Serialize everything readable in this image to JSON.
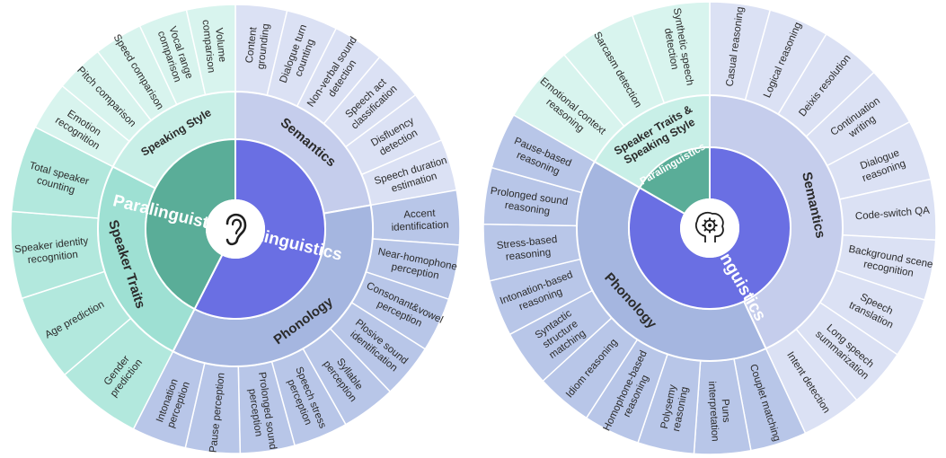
{
  "colors": {
    "linguistics": "#6a6fe3",
    "semantics": "#c5cdec",
    "semantics_outer": "#dbe1f4",
    "phonology": "#a5b6e0",
    "phonology_outer": "#b8c6e8",
    "paralinguistics": "#5aad98",
    "speaking_style": "#c8efe7",
    "speaking_style_outer": "#d8f4ee",
    "speaker_traits": "#9ee0d3",
    "speaker_traits_outer": "#b2e8dd",
    "border": "#ffffff",
    "label_dark": "#2b2b2b",
    "label_light": "#ffffff"
  },
  "wheels": [
    {
      "name": "left",
      "center_icon": "ear-icon",
      "inner": [
        {
          "label": "Linguistics",
          "color_key": "linguistics",
          "start": 0,
          "end": 207,
          "text": "light"
        },
        {
          "label": "Paralinguistics",
          "color_key": "paralinguistics",
          "start": 207,
          "end": 360,
          "text": "light"
        }
      ],
      "middle": [
        {
          "label": "Semantics",
          "color_key": "semantics",
          "start": 0,
          "end": 80
        },
        {
          "label": "Phonology",
          "color_key": "phonology",
          "start": 80,
          "end": 207
        },
        {
          "label": "Speaker Traits",
          "color_key": "speaker_traits",
          "start": 207,
          "end": 297
        },
        {
          "label": "Speaking Style",
          "color_key": "speaking_style",
          "start": 297,
          "end": 360
        }
      ],
      "outer": [
        {
          "group": "semantics",
          "items": [
            "Content grounding",
            "Dialogue turn counting",
            "Non-verbal sound detection",
            "Speech act classification",
            "Disfluency detection",
            "Speech duration estimation"
          ]
        },
        {
          "group": "phonology",
          "items": [
            "Accent identification",
            "Near-homophone perception",
            "Consonant&vowel perception",
            "Plosive sound identification",
            "Syllable perception",
            "Speech stress perception",
            "Prolonged sound perception",
            "Pause perception",
            "Intonation perception"
          ]
        },
        {
          "group": "speaker_traits",
          "items": [
            "Gender prediction",
            "Age prediction",
            "Speaker identity recognition",
            "Total speaker counting"
          ]
        },
        {
          "group": "speaking_style",
          "items": [
            "Emotion recognition",
            "Pitch comparison",
            "Speed comparison",
            "Vocal range comparison",
            "Volume comparison"
          ]
        }
      ]
    },
    {
      "name": "right",
      "center_icon": "brain-gear-icon",
      "inner": [
        {
          "label": "Linguistics",
          "color_key": "linguistics",
          "start": 0,
          "end": 300,
          "text": "light"
        },
        {
          "label": "Paralinguistics",
          "color_key": "paralinguistics",
          "start": 300,
          "end": 360,
          "text": "light"
        }
      ],
      "middle": [
        {
          "label": "Semantics",
          "color_key": "semantics",
          "start": 0,
          "end": 155
        },
        {
          "label": "Phonology",
          "color_key": "phonology",
          "start": 155,
          "end": 300
        },
        {
          "label": "Speaker Traits & Speaking Style",
          "color_key": "speaking_style",
          "start": 300,
          "end": 360
        }
      ],
      "outer": [
        {
          "group": "semantics",
          "items": [
            "Casual reasoning",
            "Logical reasoning",
            "Deixis resolution",
            "Continuation writing",
            "Dialogue reasoning",
            "Code-switch QA",
            "Background scene recognition",
            "Speech translation",
            "Long speech summarization",
            "Intent detection"
          ]
        },
        {
          "group": "phonology",
          "items": [
            "Couplet matching",
            "Puns interpretation",
            "Polysemy reasoning",
            "Homophone-based reasoning",
            "Idiom reasoning",
            "Syntactic structure matching",
            "Intonation-based reasoning",
            "Stress-based reasoning",
            "Prolonged sound reasoning",
            "Pause-based reasoning"
          ]
        },
        {
          "group": "speaking_style",
          "items": [
            "Emotional context reasoning",
            "Sarcasm detection",
            "Synthetic speech detection"
          ]
        }
      ]
    }
  ]
}
